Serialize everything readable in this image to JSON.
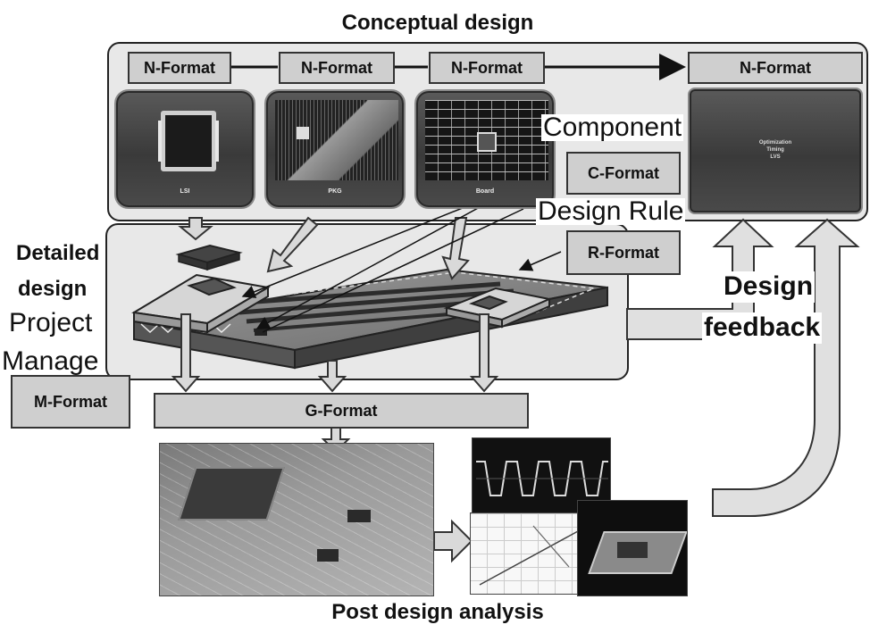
{
  "titles": {
    "top": "Conceptual design",
    "bottom": "Post design analysis"
  },
  "formats": {
    "n1": "N-Format",
    "n2": "N-Format",
    "n3": "N-Format",
    "n4": "N-Format",
    "c": "C-Format",
    "r": "R-Format",
    "m": "M-Format",
    "g": "G-Format"
  },
  "tiles": {
    "lsi": "LSI",
    "pkg": "PKG",
    "board": "Board",
    "optimization": [
      "Optimization",
      "Timing",
      "LVS"
    ]
  },
  "labels": {
    "component": "Component",
    "design_rule": "Design Rule",
    "detailed": "Detailed",
    "design": "design",
    "project": "Project",
    "manage": "Manage",
    "feedback_1": "Design",
    "feedback_2": "feedback"
  },
  "colors": {
    "panel": "#e8e8e8",
    "format_box": "#cfcfcf",
    "tile_dark": "#444444",
    "arrow_fill": "#d9d9d9"
  }
}
